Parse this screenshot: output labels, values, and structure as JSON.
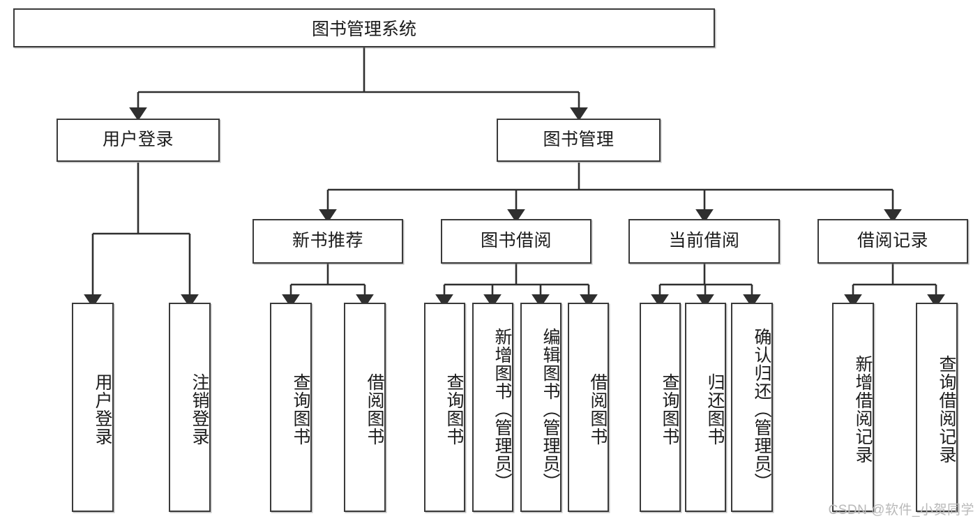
{
  "diagram": {
    "title": "图书管理系统",
    "type": "hierarchy-tree",
    "root": {
      "id": "root",
      "label": "图书管理系统"
    },
    "level1": [
      {
        "id": "user-login",
        "label": "用户登录"
      },
      {
        "id": "book-management",
        "label": "图书管理"
      }
    ],
    "level2": [
      {
        "id": "new-book-recommend",
        "label": "新书推荐",
        "parent": "book-management"
      },
      {
        "id": "book-borrow",
        "label": "图书借阅",
        "parent": "book-management"
      },
      {
        "id": "current-borrow",
        "label": "当前借阅",
        "parent": "book-management"
      },
      {
        "id": "borrow-record",
        "label": "借阅记录",
        "parent": "book-management"
      }
    ],
    "leaves": {
      "user-login": [
        {
          "id": "leaf-user-login",
          "label": "用户登录"
        },
        {
          "id": "leaf-logout-login",
          "label": "注销登录"
        }
      ],
      "new-book-recommend": [
        {
          "id": "leaf-query-book-1",
          "label": "查询图书"
        },
        {
          "id": "leaf-borrow-book-1",
          "label": "借阅图书"
        }
      ],
      "book-borrow": [
        {
          "id": "leaf-query-book-2",
          "label": "查询图书"
        },
        {
          "id": "leaf-add-book-admin",
          "label": "新增图书（管理员）"
        },
        {
          "id": "leaf-edit-book-admin",
          "label": "编辑图书（管理员）"
        },
        {
          "id": "leaf-borrow-book-2",
          "label": "借阅图书"
        }
      ],
      "current-borrow": [
        {
          "id": "leaf-query-book-3",
          "label": "查询图书"
        },
        {
          "id": "leaf-return-book",
          "label": "归还图书"
        },
        {
          "id": "leaf-confirm-return-admin",
          "label": "确认归还（管理员）"
        }
      ],
      "borrow-record": [
        {
          "id": "leaf-add-borrow-record",
          "label": "新增借阅记录"
        },
        {
          "id": "leaf-query-borrow-record",
          "label": "查询借阅记录"
        }
      ]
    }
  },
  "watermark": {
    "text": "CSDN @软件_小贺同学"
  },
  "colors": {
    "stroke": "#3a3a3a",
    "background": "#ffffff",
    "text": "#1b1b1b",
    "watermark": "#b9b9b9"
  }
}
